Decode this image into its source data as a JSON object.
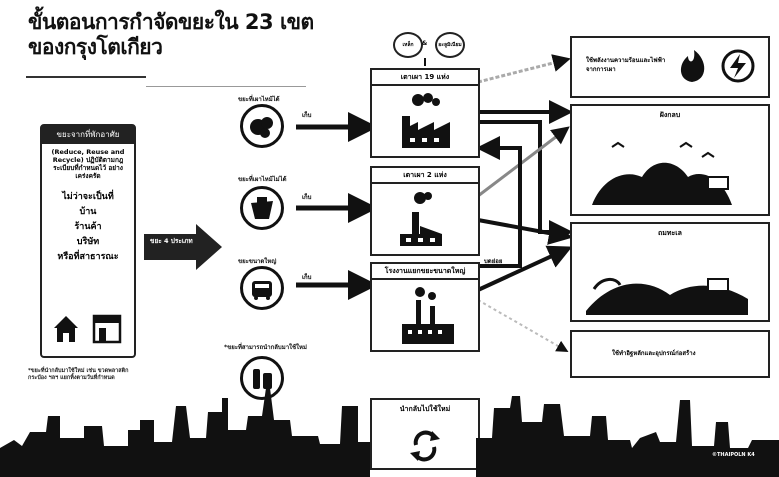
{
  "title": {
    "line1": "ขั้นตอนการกำจัดขยะใน 23 เขต",
    "line2": "ของกรุงโตเกียว"
  },
  "source": {
    "head": "ขยะจากที่พักอาศัย",
    "sub": "(Reduce, Reuse and Recycle) ปฏิบัติตามกฎระเบียบที่กำหนดไว้ อย่างเคร่งครัด",
    "items": [
      "ไม่ว่าจะเป็นที่",
      "บ้าน",
      "ร้านค้า",
      "บริษัท",
      "หรือที่สาธารณะ"
    ],
    "arrow_label": "ขยะ 4 ประเภท",
    "note": "*ขยะที่นำกลับมาใช้ใหม่ เช่น ขวดพลาสติก กระป๋อง ฯลฯ แยกทิ้งตามวันที่กำหนด"
  },
  "categories": [
    {
      "label": "ขยะที่เผาไหม้ได้",
      "tag": "เก็บ"
    },
    {
      "label": "ขยะที่เผาไหม้ไม่ได้",
      "tag": "เก็บ"
    },
    {
      "label": "ขยะขนาดใหญ่",
      "tag": "เก็บ"
    },
    {
      "label": "*ขยะที่สามารถนำกลับมาใช้ใหม่",
      "tag": ""
    }
  ],
  "plants": [
    {
      "label": "เตาเผา 19 แห่ง"
    },
    {
      "label": "เตาเผา 2 แห่ง"
    },
    {
      "label": "โรงงานแยกขยะขนาดใหญ่"
    },
    {
      "label": "นำกลับไปใช้ใหม่"
    }
  ],
  "pills": [
    "เหล็ก",
    "อะลูมิเนียม"
  ],
  "pill_mid": "&",
  "crush_label": "บดย่อย",
  "destinations": [
    {
      "label": "ใช้พลังงานความร้อนและไฟฟ้าจากการเผา"
    },
    {
      "label": "ฝังกลบ"
    },
    {
      "label": "ถมทะเล"
    },
    {
      "label": "ใช้ทำอิฐหลักและอุปกรณ์ก่อสร้าง"
    }
  ],
  "watermark": "©THAIPOLN K4",
  "colors": {
    "ink": "#111111",
    "gray": "#888888",
    "bg": "#ffffff"
  }
}
